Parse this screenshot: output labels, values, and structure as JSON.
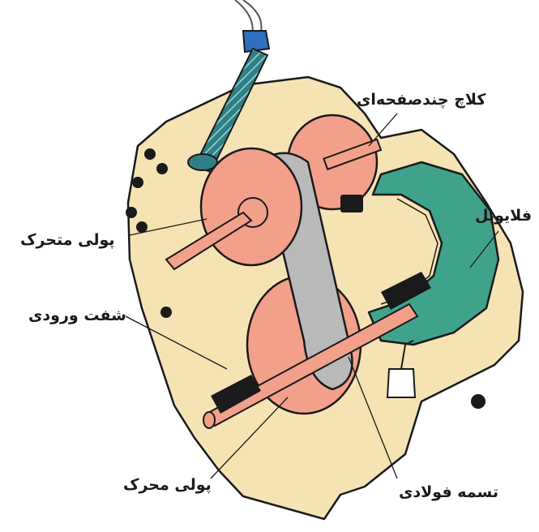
{
  "diagram": {
    "labels": {
      "multi_plate_clutch": "کلاچ چندصفحه‌ای",
      "flywheel": "فلایویل",
      "driven_pulley": "پولی متحرک",
      "input_shaft": "شفت ورودی",
      "drive_pulley": "پولی محرک",
      "steel_belt": "تسمه فولادی"
    },
    "colors": {
      "housing": "#f6e3b4",
      "pulley": "#f3a08a",
      "flywheel": "#3fa38c",
      "belt": "#b9b9b9",
      "hose": "#2f7f86",
      "connector": "#2f6fc0",
      "outline": "#1a1a1a"
    }
  }
}
